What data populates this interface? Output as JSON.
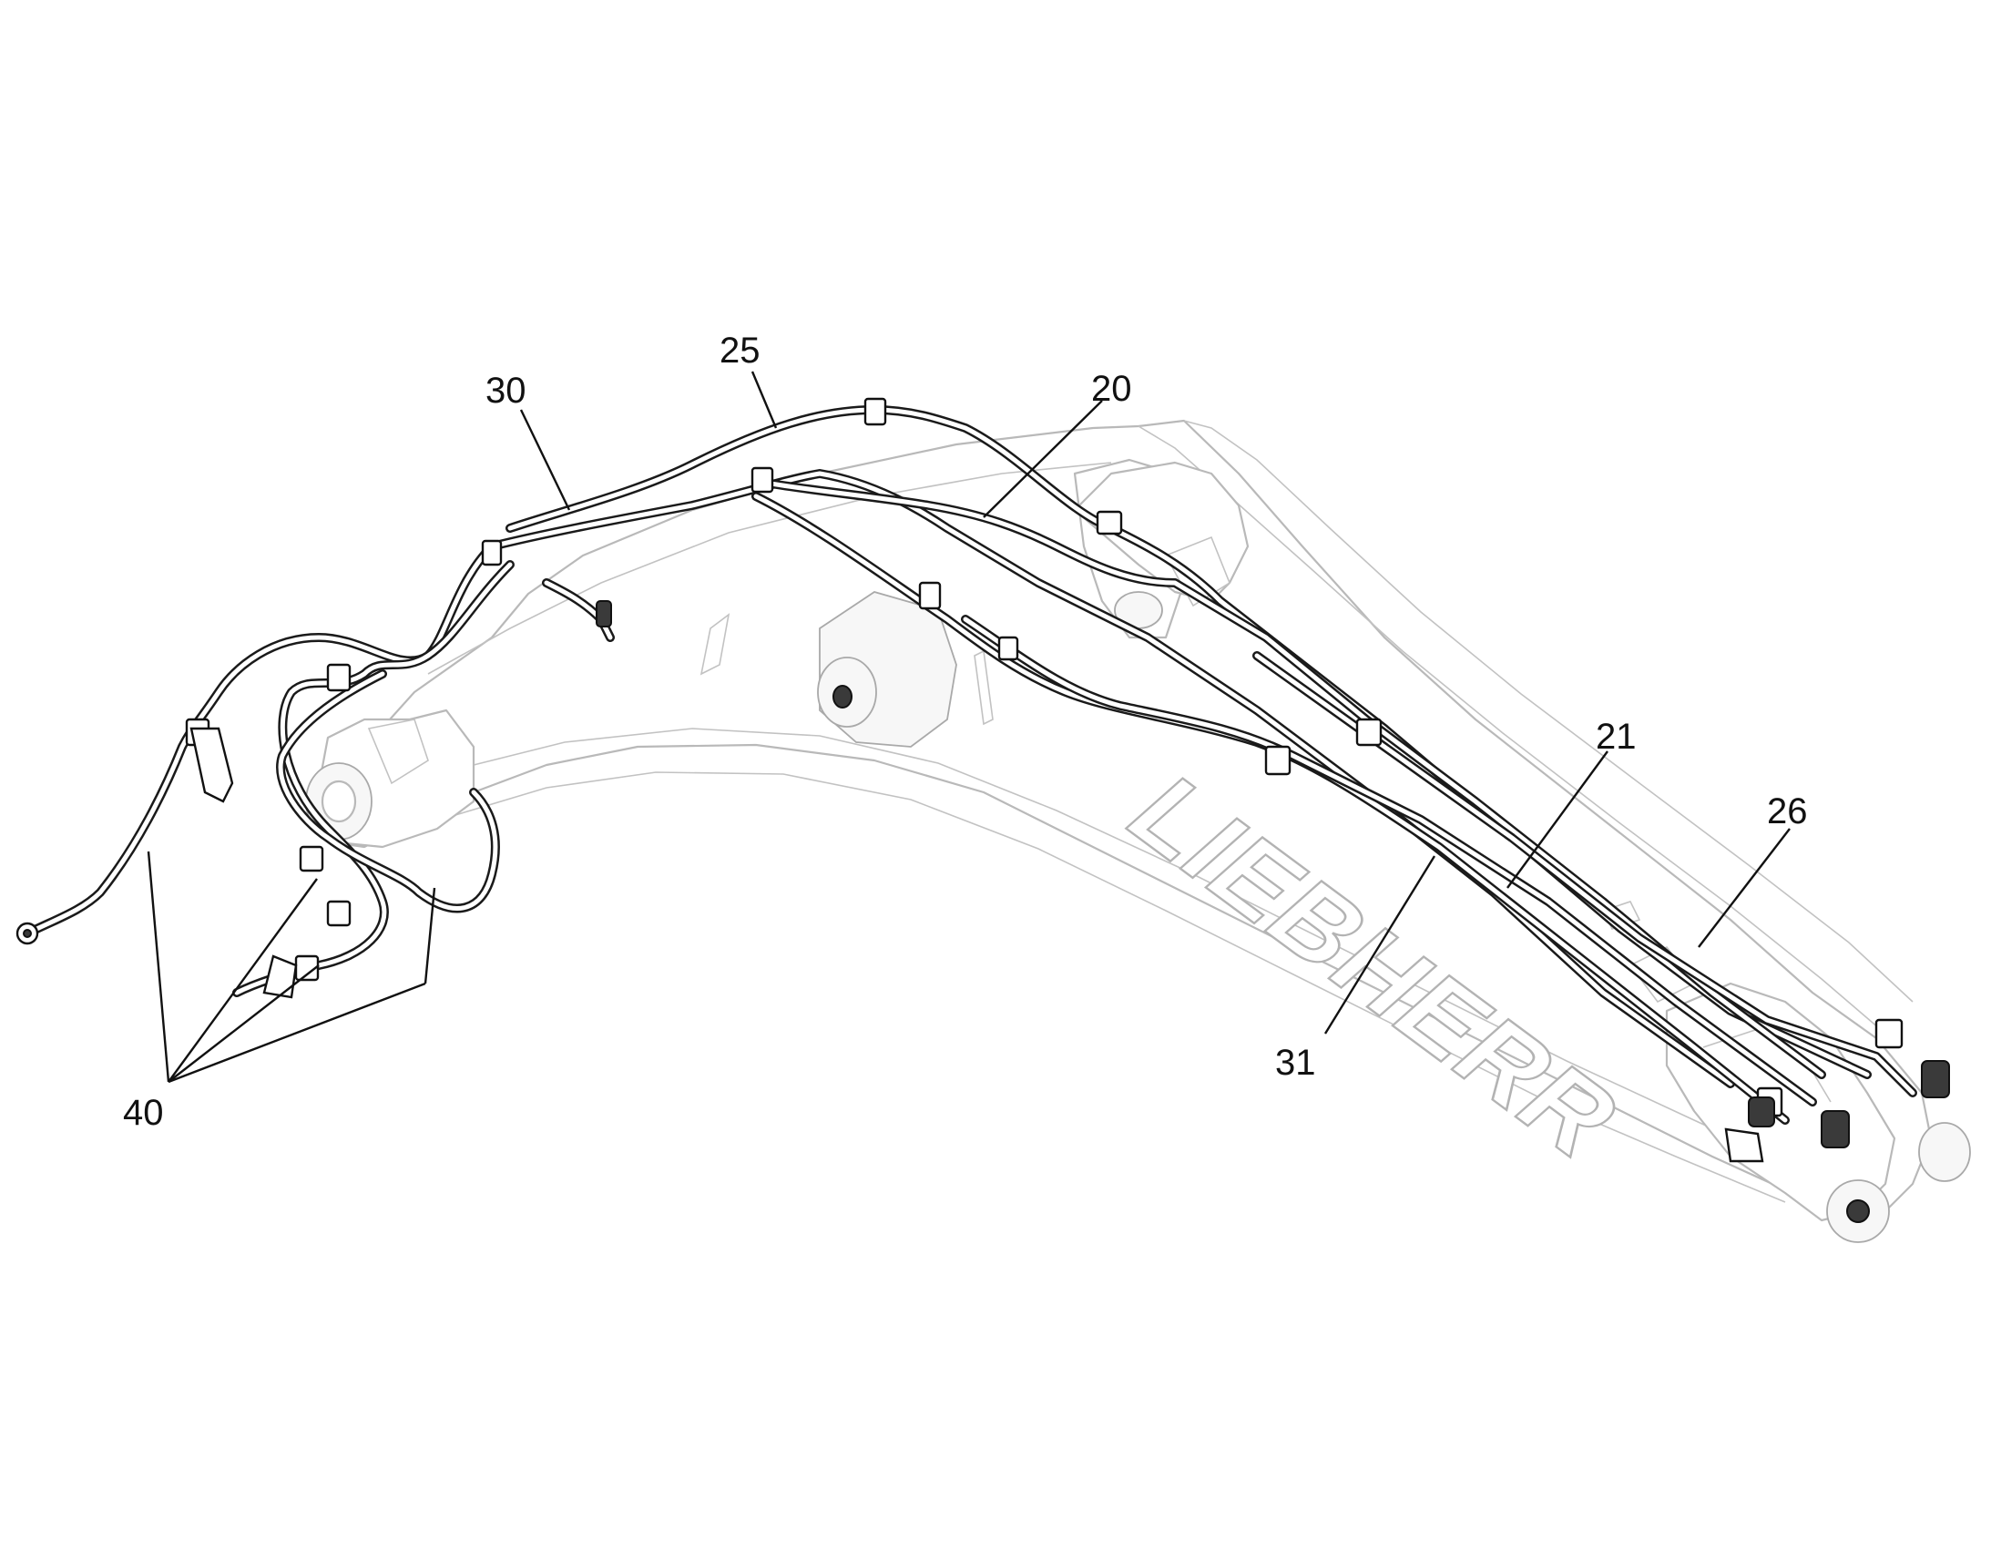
{
  "diagram": {
    "brand_logo_text": "LIEBHERR",
    "callouts": {
      "c20": "20",
      "c21": "21",
      "c25": "25",
      "c26": "26",
      "c30": "30",
      "c31": "31",
      "c40": "40"
    },
    "colors": {
      "line_art": "#b9b9b9",
      "hoses": "#1a1a1a",
      "background": "#ffffff"
    }
  }
}
